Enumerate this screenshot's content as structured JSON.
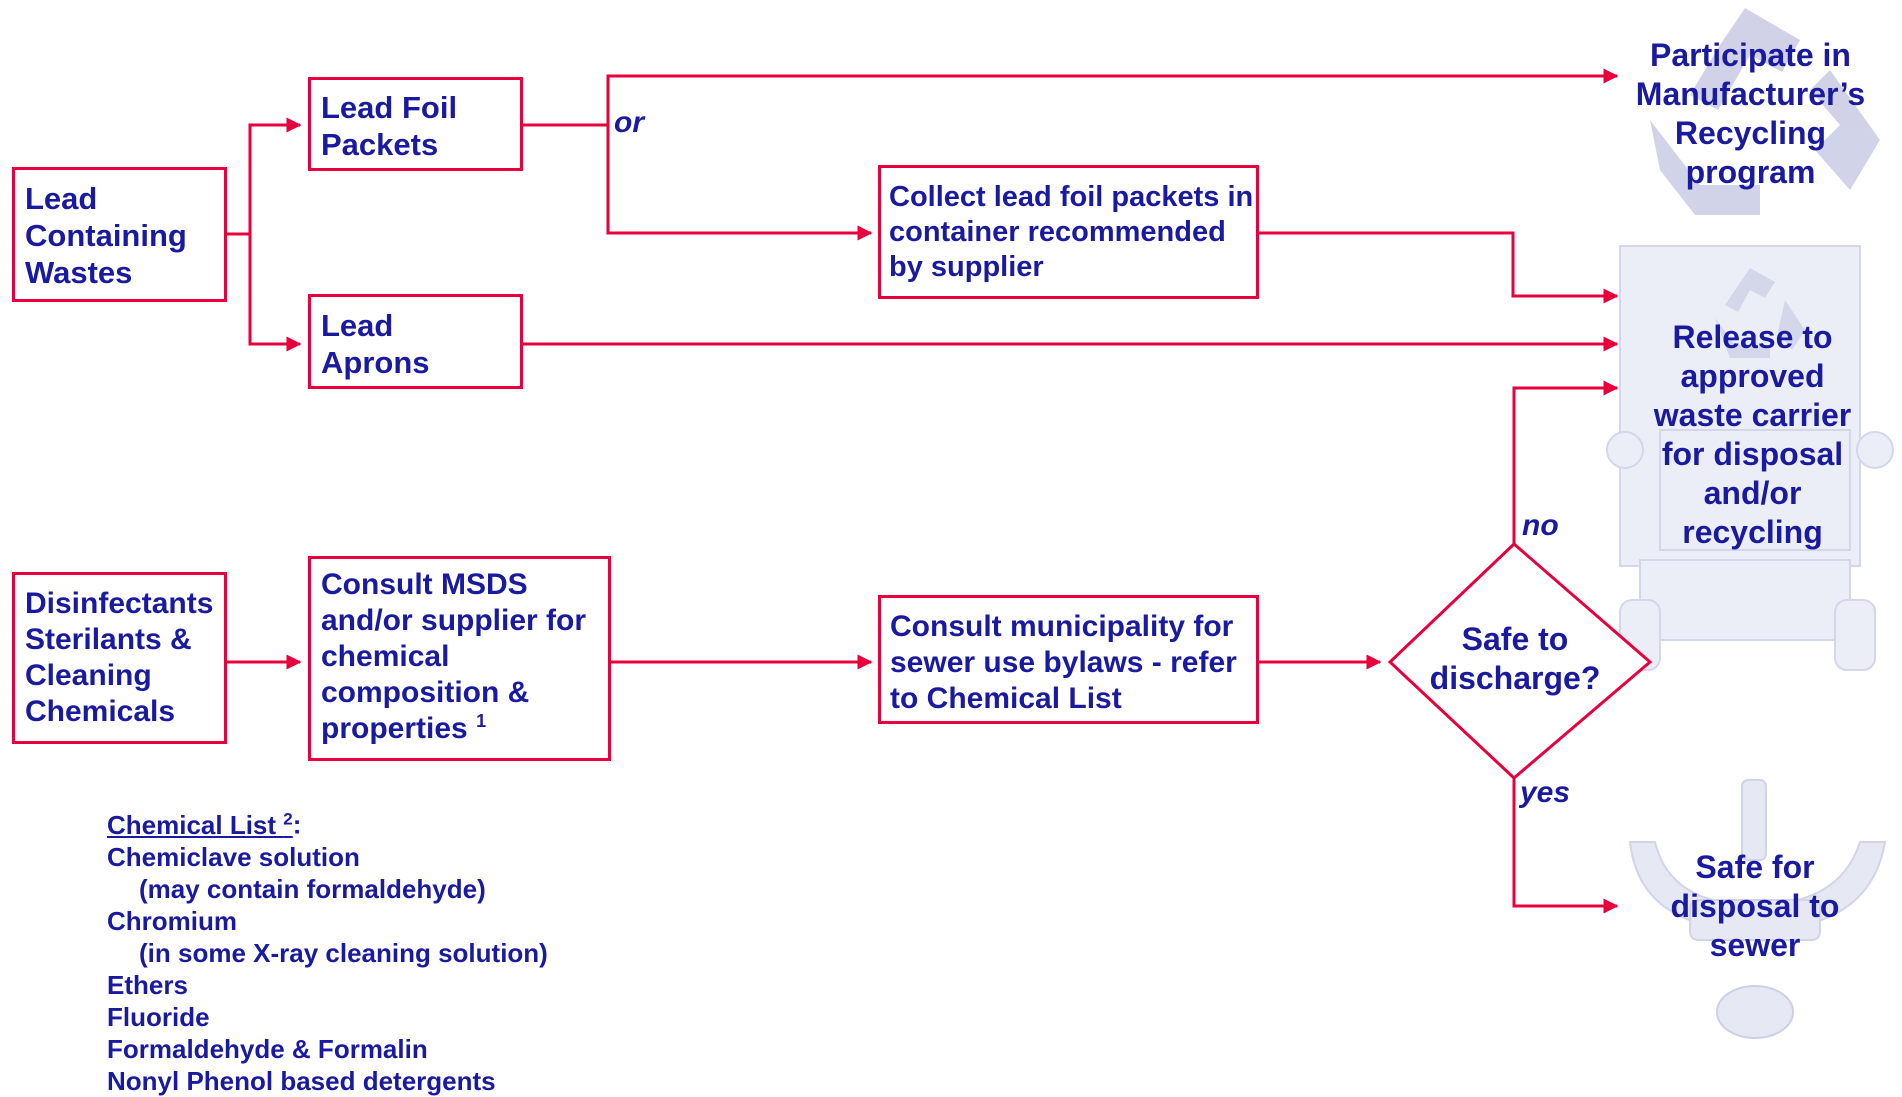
{
  "colors": {
    "accent": "#e8003d",
    "text": "#1a1aa0",
    "watermark": "#c9cbe4"
  },
  "icons": [
    "recycle-icon",
    "truck-icon",
    "sink-icon",
    "drain-icon"
  ],
  "boxes": {
    "lead_wastes": [
      "Lead",
      "Containing",
      "Wastes"
    ],
    "lead_foil": [
      "Lead Foil",
      "Packets"
    ],
    "lead_aprons": [
      "Lead",
      "Aprons"
    ],
    "collect": [
      "Collect lead foil packets in",
      "container recommended",
      "by supplier"
    ],
    "disinfectants": [
      "Disinfectants",
      "Sterilants &",
      "Cleaning",
      "Chemicals"
    ],
    "msds": [
      "Consult MSDS",
      "and/or supplier for",
      "chemical",
      "composition &",
      "properties"
    ],
    "msds_note": "1",
    "municipality": [
      "Consult municipality for",
      "sewer use bylaws - refer",
      "to Chemical List"
    ]
  },
  "decision": {
    "lines": [
      "Safe to",
      "discharge?"
    ],
    "no": "no",
    "yes": "yes"
  },
  "or_label": "or",
  "destinations": {
    "recycling": [
      "Participate in",
      "Manufacturer’s",
      "Recycling",
      "program"
    ],
    "carrier": [
      "Release to",
      "approved",
      "waste carrier",
      "for disposal",
      "and/or",
      "recycling"
    ],
    "sewer": [
      "Safe for",
      "disposal to",
      "sewer"
    ]
  },
  "chemical_list": {
    "heading": "Chemical List",
    "heading_note": "2",
    "heading_colon": ":",
    "items": [
      "Chemiclave solution",
      "(may contain formaldehyde)",
      "Chromium",
      "(in some X-ray cleaning solution)",
      "Ethers",
      "Fluoride",
      "Formaldehyde & Formalin",
      "Nonyl Phenol based detergents"
    ]
  }
}
